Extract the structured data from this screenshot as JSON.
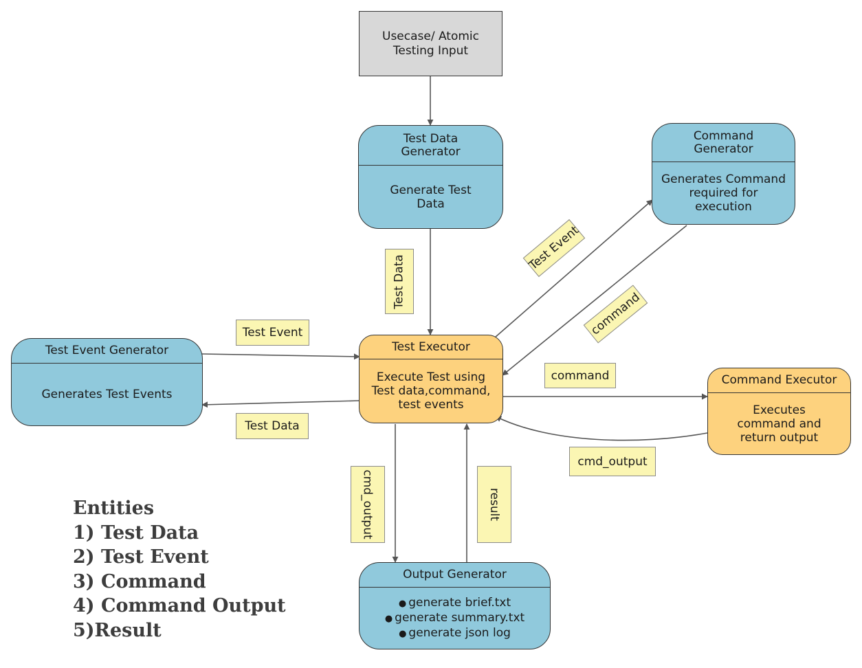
{
  "nodes": {
    "input": {
      "text": "Usecase/ Atomic Testing Input"
    },
    "tdg": {
      "title": "Test Data Generator",
      "body": "Generate Test Data"
    },
    "cmdgen": {
      "title": "Command Generator",
      "body": "Generates Command required for execution"
    },
    "teg": {
      "title": "Test Event Generator",
      "body": "Generates Test Events"
    },
    "exec": {
      "title": "Test Executor",
      "body": "Execute Test using Test data,command, test events"
    },
    "cmdexec": {
      "title": "Command Executor",
      "body": "Executes command and return output"
    },
    "outgen": {
      "title": "Output Generator",
      "items": [
        "generate brief.txt",
        "generate summary.txt",
        "generate json log"
      ]
    }
  },
  "labels": {
    "test_data_vertical": "Test Data",
    "test_event_diag": "Test Event",
    "command_diag": "command",
    "test_event_left": "Test Event",
    "test_data_left": "Test Data",
    "command_right": "command",
    "cmd_output_right": "cmd_output",
    "cmd_output_bottom": "cmd_output",
    "result": "result"
  },
  "entities": {
    "heading": "Entities",
    "items": [
      "1) Test Data",
      "2) Test Event",
      "3) Command",
      "4) Command Output",
      "5)Result"
    ]
  },
  "colors": {
    "generator_fill": "#90c9dc",
    "executor_fill": "#fdd27e",
    "input_fill": "#d8d8d8",
    "label_fill": "#fbf6b3",
    "edge": "#555555"
  }
}
